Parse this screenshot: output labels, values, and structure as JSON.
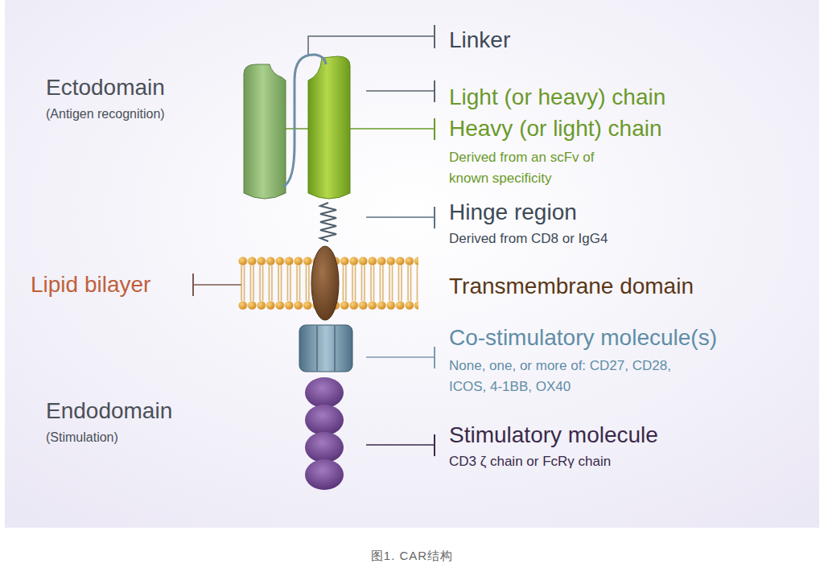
{
  "diagram": {
    "caption": "图1. CAR结构",
    "labels": [
      "Linker",
      "Ectodomain",
      "(Antigen recognition)",
      "Light (or heavy) chain",
      "Heavy (or light) chain",
      "Derived from an scFv of known specificity",
      "Hinge region",
      "Derived from CD8 or IgG4",
      "Lipid bilayer",
      "Transmembrane domain",
      "Co-stimulatory molecule(s)",
      "None, one, or more of: CD27, CD28, ICOS, 4-1BB, OX40",
      "Endodomain",
      "(Stimulation)",
      "Stimulatory molecule",
      "CD3 ζ chain or FcRγ chain"
    ]
  }
}
